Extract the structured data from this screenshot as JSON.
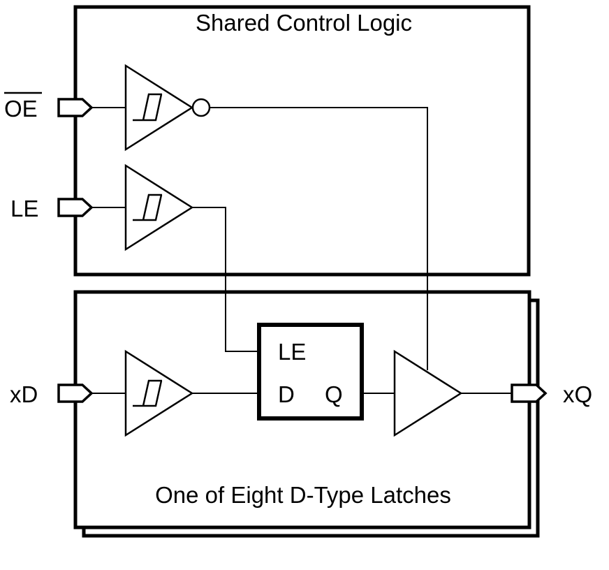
{
  "diagram": {
    "title": "Functional block diagram — octal D-type latch",
    "blocks": {
      "shared": {
        "label": "Shared Control Logic"
      },
      "latch": {
        "label": "One of Eight D-Type Latches",
        "stacked_copies": 8
      }
    },
    "pins": {
      "oe": {
        "label": "OE",
        "active_low": true,
        "direction": "input"
      },
      "le": {
        "label": "LE",
        "direction": "input"
      },
      "xd": {
        "label": "xD",
        "direction": "input"
      },
      "xq": {
        "label": "xQ",
        "direction": "output"
      }
    },
    "gates": [
      {
        "id": "oe-buffer",
        "type": "schmitt-trigger inverter"
      },
      {
        "id": "le-buffer",
        "type": "schmitt-trigger buffer"
      },
      {
        "id": "d-buffer",
        "type": "schmitt-trigger buffer"
      },
      {
        "id": "output-buffer",
        "type": "3-state buffer"
      }
    ],
    "latch_cell": {
      "ports": {
        "le": "LE",
        "d": "D",
        "q": "Q"
      }
    },
    "colors": {
      "stroke": "#000000",
      "background": "#ffffff"
    }
  }
}
